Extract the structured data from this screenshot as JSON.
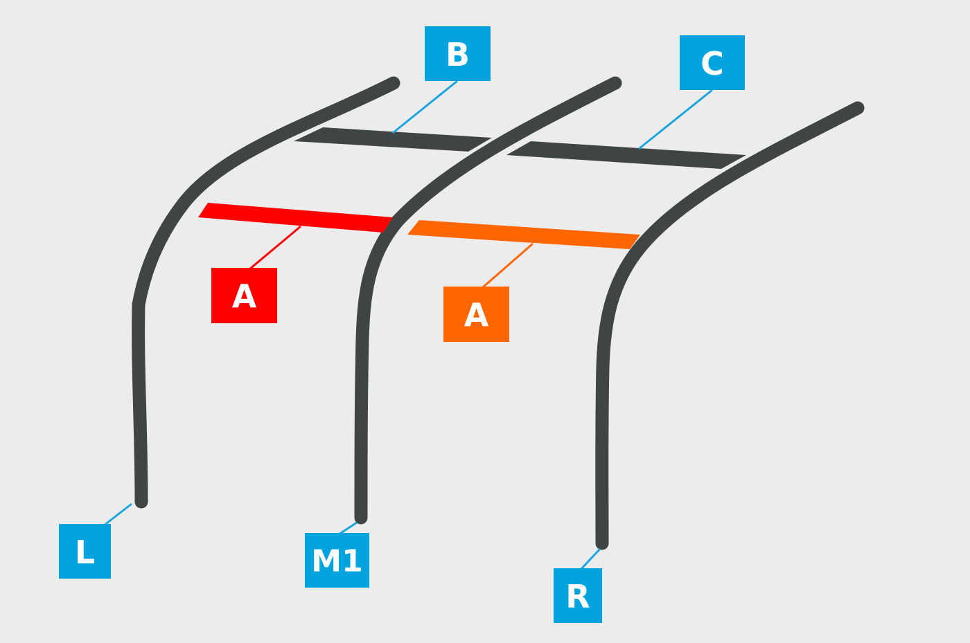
{
  "colors": {
    "background": "#ececec",
    "pole": "#3f4444",
    "label_blue": "#00a3dd",
    "connector_blue": "#1aa6dc",
    "red": "#ff0000",
    "orange": "#ff6600"
  },
  "labels": {
    "pole_left": "L",
    "pole_middle": "M1",
    "pole_right": "R",
    "bar_b": "B",
    "bar_c": "C",
    "bar_a_red": "A",
    "bar_a_orange": "A"
  }
}
